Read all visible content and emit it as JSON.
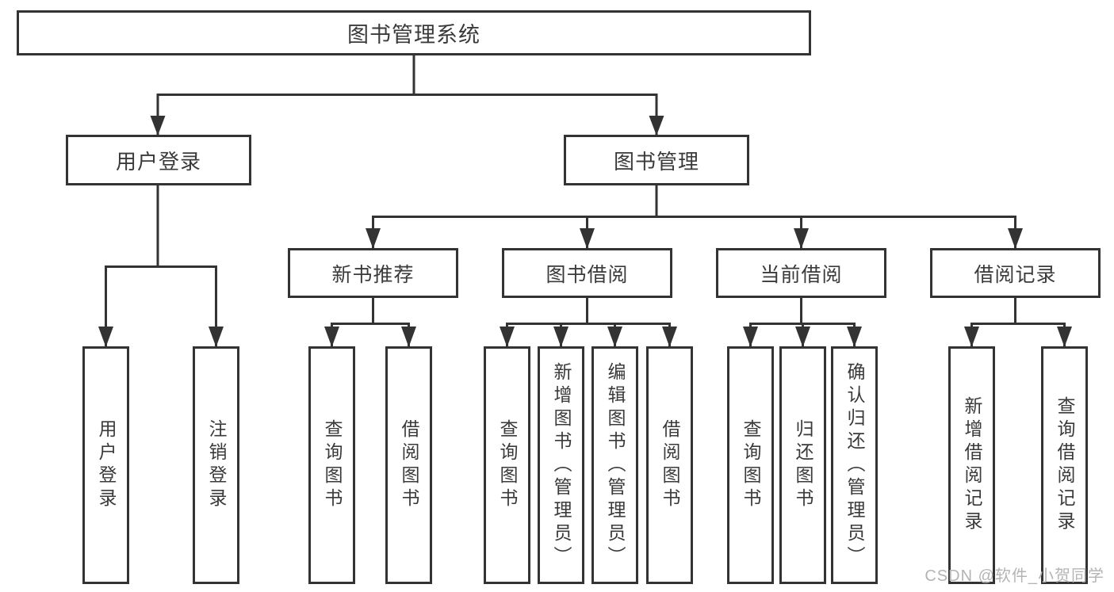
{
  "diagram": {
    "root": {
      "label": "图书管理系统"
    },
    "level2": [
      {
        "label": "用户登录"
      },
      {
        "label": "图书管理"
      }
    ],
    "level3": [
      {
        "label": "新书推荐"
      },
      {
        "label": "图书借阅"
      },
      {
        "label": "当前借阅"
      },
      {
        "label": "借阅记录"
      }
    ],
    "groups": {
      "user_login": [
        "用户登录",
        "注销登录"
      ],
      "new_book_recommend": [
        "查询图书",
        "借阅图书"
      ],
      "book_borrow": [
        "查询图书",
        "新增图书（管理员）",
        "编辑图书（管理员）",
        "借阅图书"
      ],
      "current_borrow": [
        "查询图书",
        "归还图书",
        "确认归还（管理员）"
      ],
      "borrow_record": [
        "新增借阅记录",
        "查询借阅记录"
      ]
    }
  },
  "watermark": {
    "text": "CSDN @软件_小贺同学"
  },
  "colors": {
    "line": "#333333",
    "box_border": "#333333",
    "text": "#3a3a3a",
    "background": "#ffffff",
    "watermark": "#b4b4b4"
  }
}
